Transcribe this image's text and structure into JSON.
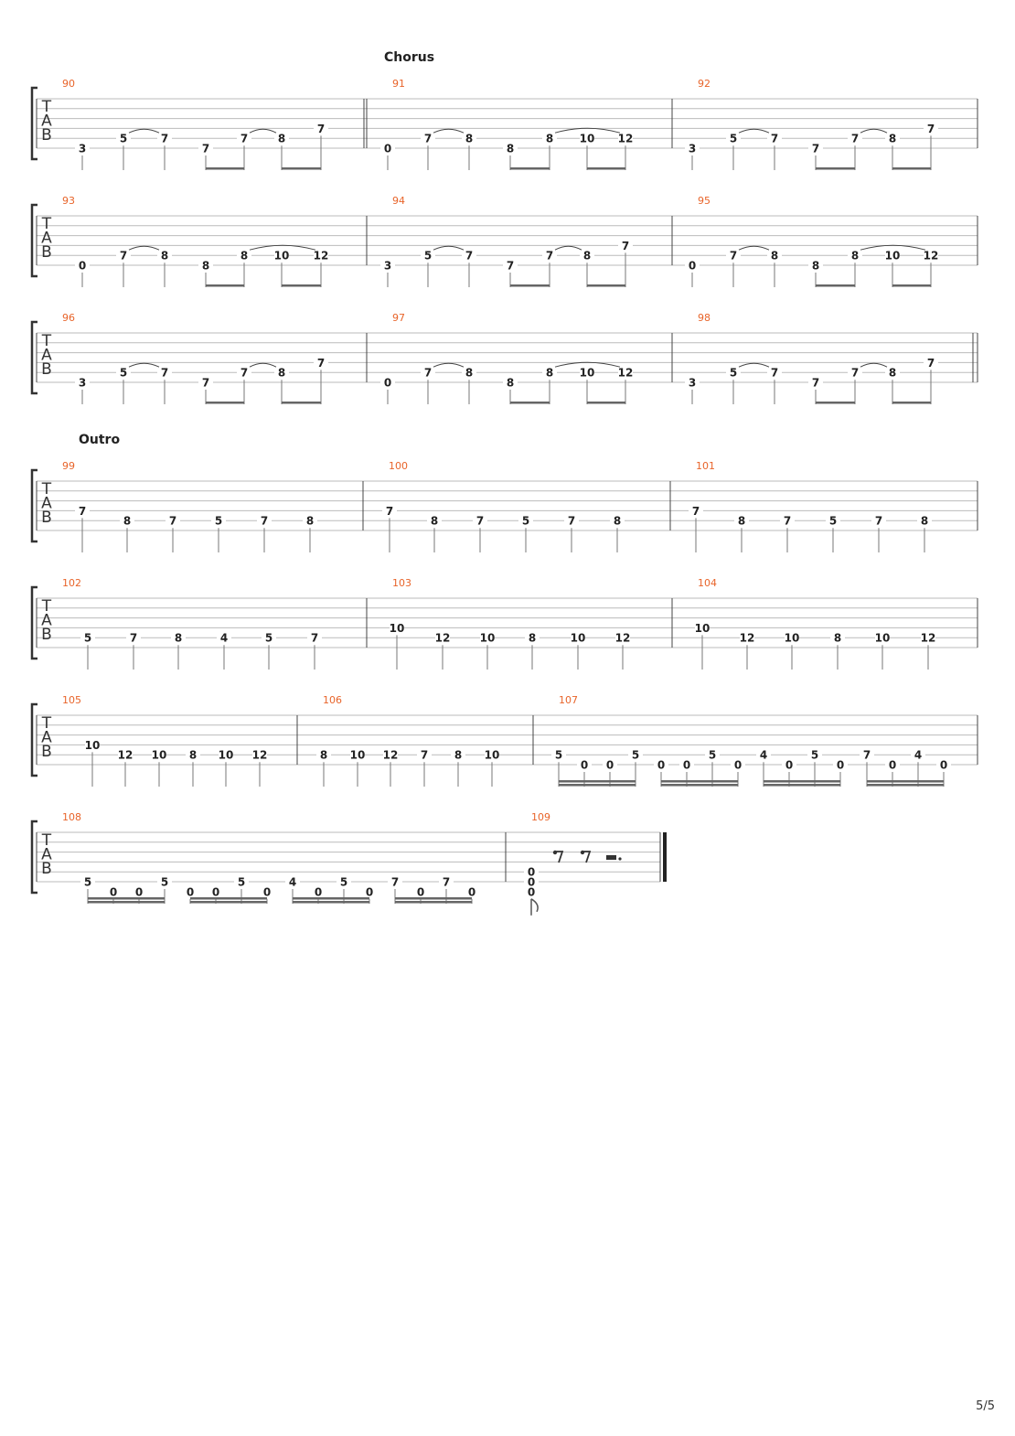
{
  "page": {
    "page_number": "5/5"
  },
  "tab_clef": [
    "T",
    "A",
    "B"
  ],
  "systems": [
    {
      "section": "Chorus",
      "bars": [
        {
          "number": "90",
          "notes": [
            [
              "3"
            ],
            [
              "5"
            ],
            [
              "7"
            ],
            [
              "7"
            ],
            [
              "7"
            ],
            [
              "8"
            ],
            [
              "7"
            ]
          ]
        },
        {
          "number": "91",
          "notes": [
            [
              "0"
            ],
            [
              "7"
            ],
            [
              "8"
            ],
            [
              "8"
            ],
            [
              "8"
            ],
            [
              "10"
            ],
            [
              "12"
            ]
          ]
        },
        {
          "number": "92",
          "notes": [
            [
              "3"
            ],
            [
              "5"
            ],
            [
              "7"
            ],
            [
              "7"
            ],
            [
              "7"
            ],
            [
              "8"
            ],
            [
              "7"
            ]
          ]
        }
      ]
    },
    {
      "section": "",
      "bars": [
        {
          "number": "93",
          "notes": [
            [
              "0"
            ],
            [
              "7"
            ],
            [
              "8"
            ],
            [
              "8"
            ],
            [
              "8"
            ],
            [
              "10"
            ],
            [
              "12"
            ]
          ]
        },
        {
          "number": "94",
          "notes": [
            [
              "3"
            ],
            [
              "5"
            ],
            [
              "7"
            ],
            [
              "7"
            ],
            [
              "7"
            ],
            [
              "8"
            ],
            [
              "7"
            ]
          ]
        },
        {
          "number": "95",
          "notes": [
            [
              "0"
            ],
            [
              "7"
            ],
            [
              "8"
            ],
            [
              "8"
            ],
            [
              "8"
            ],
            [
              "10"
            ],
            [
              "12"
            ]
          ]
        }
      ]
    },
    {
      "section": "",
      "bars": [
        {
          "number": "96",
          "notes": [
            [
              "3"
            ],
            [
              "5"
            ],
            [
              "7"
            ],
            [
              "7"
            ],
            [
              "7"
            ],
            [
              "8"
            ],
            [
              "7"
            ]
          ]
        },
        {
          "number": "97",
          "notes": [
            [
              "0"
            ],
            [
              "7"
            ],
            [
              "8"
            ],
            [
              "8"
            ],
            [
              "8"
            ],
            [
              "10"
            ],
            [
              "12"
            ]
          ]
        },
        {
          "number": "98",
          "notes": [
            [
              "3"
            ],
            [
              "5"
            ],
            [
              "7"
            ],
            [
              "7"
            ],
            [
              "7"
            ],
            [
              "8"
            ],
            [
              "7"
            ]
          ]
        }
      ]
    },
    {
      "section": "Outro",
      "bars": [
        {
          "number": "99",
          "notes": [
            [
              "7"
            ],
            [
              "8"
            ],
            [
              "7"
            ],
            [
              "5"
            ],
            [
              "7"
            ],
            [
              "8"
            ]
          ]
        },
        {
          "number": "100",
          "notes": [
            [
              "7"
            ],
            [
              "8"
            ],
            [
              "7"
            ],
            [
              "5"
            ],
            [
              "7"
            ],
            [
              "8"
            ]
          ]
        },
        {
          "number": "101",
          "notes": [
            [
              "7"
            ],
            [
              "8"
            ],
            [
              "7"
            ],
            [
              "5"
            ],
            [
              "7"
            ],
            [
              "8"
            ]
          ]
        }
      ]
    },
    {
      "section": "",
      "bars": [
        {
          "number": "102",
          "notes": [
            [
              "5"
            ],
            [
              "7"
            ],
            [
              "8"
            ],
            [
              "4"
            ],
            [
              "5"
            ],
            [
              "7"
            ]
          ]
        },
        {
          "number": "103",
          "notes": [
            [
              "10"
            ],
            [
              "12"
            ],
            [
              "10"
            ],
            [
              "8"
            ],
            [
              "10"
            ],
            [
              "12"
            ]
          ]
        },
        {
          "number": "104",
          "notes": [
            [
              "10"
            ],
            [
              "12"
            ],
            [
              "10"
            ],
            [
              "8"
            ],
            [
              "10"
            ],
            [
              "12"
            ]
          ]
        }
      ]
    },
    {
      "section": "",
      "bars": [
        {
          "number": "105",
          "notes": [
            [
              "10"
            ],
            [
              "12"
            ],
            [
              "10"
            ],
            [
              "8"
            ],
            [
              "10"
            ],
            [
              "12"
            ]
          ]
        },
        {
          "number": "106",
          "notes": [
            [
              "8"
            ],
            [
              "10"
            ],
            [
              "12"
            ],
            [
              "7"
            ],
            [
              "8"
            ],
            [
              "10"
            ]
          ]
        },
        {
          "number": "107",
          "notes": [
            [
              "5"
            ],
            [
              "0"
            ],
            [
              "0"
            ],
            [
              "5"
            ],
            [
              "0"
            ],
            [
              "0"
            ],
            [
              "5"
            ],
            [
              "0"
            ],
            [
              "4"
            ],
            [
              "0"
            ],
            [
              "5"
            ],
            [
              "0"
            ],
            [
              "7"
            ],
            [
              "0"
            ],
            [
              "4"
            ],
            [
              "0"
            ]
          ]
        }
      ]
    },
    {
      "section": "",
      "bars": [
        {
          "number": "108",
          "notes": [
            [
              "5"
            ],
            [
              "0"
            ],
            [
              "0"
            ],
            [
              "5"
            ],
            [
              "0"
            ],
            [
              "0"
            ],
            [
              "5"
            ],
            [
              "0"
            ],
            [
              "4"
            ],
            [
              "0"
            ],
            [
              "5"
            ],
            [
              "0"
            ],
            [
              "7"
            ],
            [
              "0"
            ],
            [
              "7"
            ],
            [
              "0"
            ]
          ]
        },
        {
          "number": "109",
          "notes": [
            [
              "0",
              "0",
              "0"
            ]
          ]
        }
      ]
    }
  ]
}
